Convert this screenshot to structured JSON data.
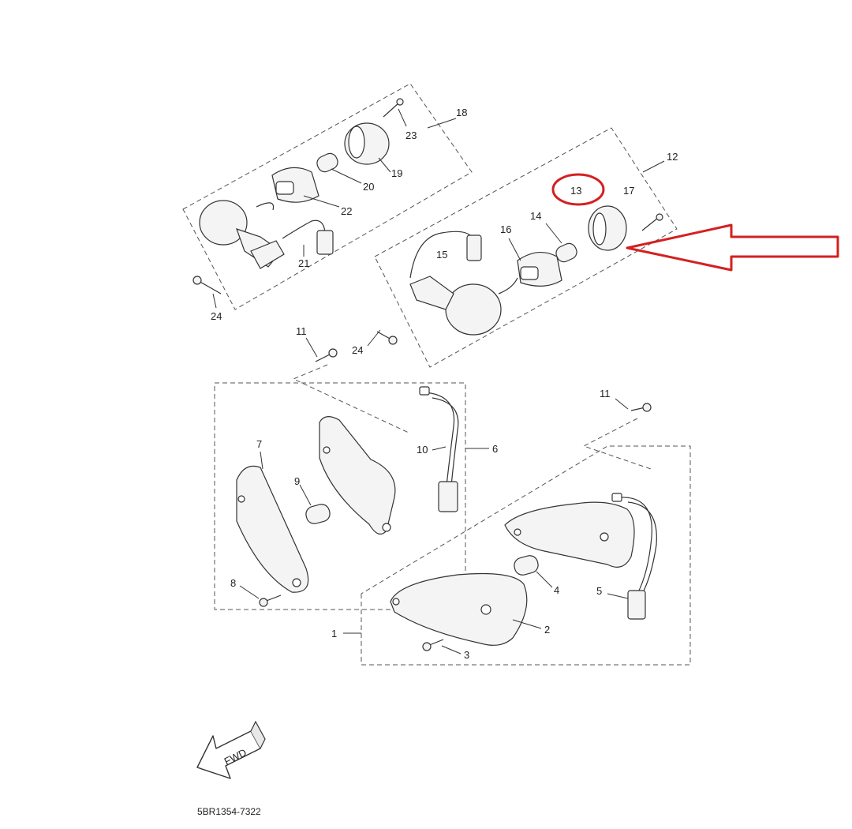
{
  "parts": {
    "p1": "1",
    "p2": "2",
    "p3": "3",
    "p4": "4",
    "p5": "5",
    "p6": "6",
    "p7": "7",
    "p8": "8",
    "p9": "9",
    "p10": "10",
    "p11a": "11",
    "p11b": "11",
    "p12": "12",
    "p13": "13",
    "p14": "14",
    "p15": "15",
    "p16": "16",
    "p17": "17",
    "p18": "18",
    "p19": "19",
    "p20": "20",
    "p21": "21",
    "p22": "22",
    "p23": "23",
    "p24a": "24",
    "p24b": "24"
  },
  "fwd_label": "FWD",
  "drawing_code": "5BR1354-7322",
  "colors": {
    "highlight": "#d42020",
    "line": "#333333"
  }
}
